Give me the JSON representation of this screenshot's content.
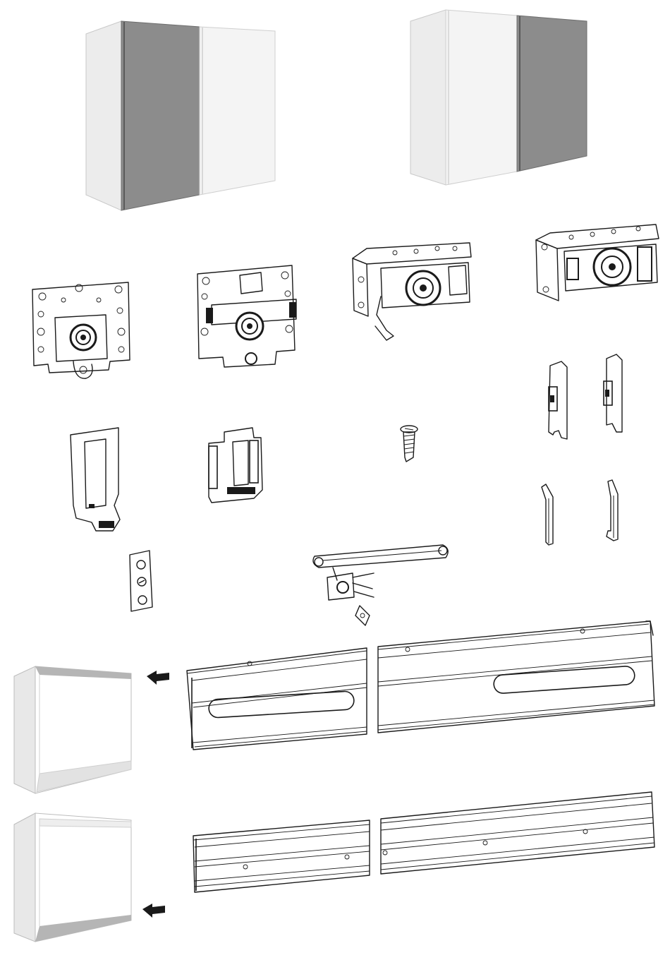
{
  "sheet": {
    "type": "hardware parts overview (wordless assembly illustration)",
    "items": [
      {
        "id": "wardrobe-left-dark-door-front",
        "icon": "wardrobe-sliding-doors-icon"
      },
      {
        "id": "wardrobe-right-dark-door-front",
        "icon": "wardrobe-sliding-doors-icon"
      },
      {
        "id": "roller-carrier-a",
        "icon": "roller-carrier-icon"
      },
      {
        "id": "roller-carrier-b",
        "icon": "roller-carrier-icon"
      },
      {
        "id": "top-roller-bracket-a",
        "icon": "top-roller-bracket-icon"
      },
      {
        "id": "top-roller-bracket-b",
        "icon": "top-roller-bracket-icon"
      },
      {
        "id": "bottom-guide-a",
        "icon": "bottom-guide-icon"
      },
      {
        "id": "bottom-guide-b",
        "icon": "bottom-guide-icon"
      },
      {
        "id": "screw",
        "icon": "screw-icon"
      },
      {
        "id": "door-stop-clip-a",
        "icon": "stop-clip-icon"
      },
      {
        "id": "door-stop-clip-b",
        "icon": "stop-clip-icon"
      },
      {
        "id": "hook-clip-a",
        "icon": "hook-clip-icon"
      },
      {
        "id": "hook-clip-b",
        "icon": "hook-clip-icon"
      },
      {
        "id": "mounting-plate",
        "icon": "mounting-plate-icon"
      },
      {
        "id": "damper-arm-with-clamp",
        "icon": "damper-icon"
      },
      {
        "id": "top-rail",
        "icon": "top-rail-icon"
      },
      {
        "id": "bottom-rail",
        "icon": "bottom-rail-icon"
      },
      {
        "id": "cabinet-top-position",
        "icon": "cabinet-icon"
      },
      {
        "id": "cabinet-bottom-position",
        "icon": "cabinet-icon"
      }
    ]
  },
  "colors": {
    "line": "#1a1a1a",
    "door_dark": "#8c8c8c",
    "door_light": "#f4f4f4",
    "cabinet_side": "#e6e6e6",
    "cabinet_shadow": "#b5b5b5",
    "rail_fill": "#f7f7f7"
  }
}
